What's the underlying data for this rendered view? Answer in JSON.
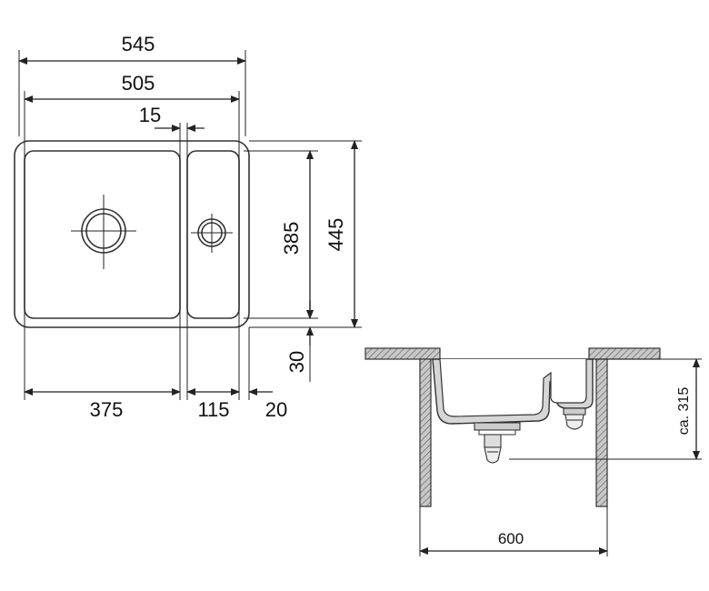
{
  "plan_view": {
    "overall_width": "545",
    "cutout_width": "505",
    "divider_width": "15",
    "bowl_depth": "385",
    "overall_depth": "445",
    "rear_offset": "30",
    "main_bowl_width": "375",
    "secondary_bowl_width": "115",
    "side_offset": "20"
  },
  "section_view": {
    "cabinet_width": "600",
    "depth": "ca. 315"
  }
}
